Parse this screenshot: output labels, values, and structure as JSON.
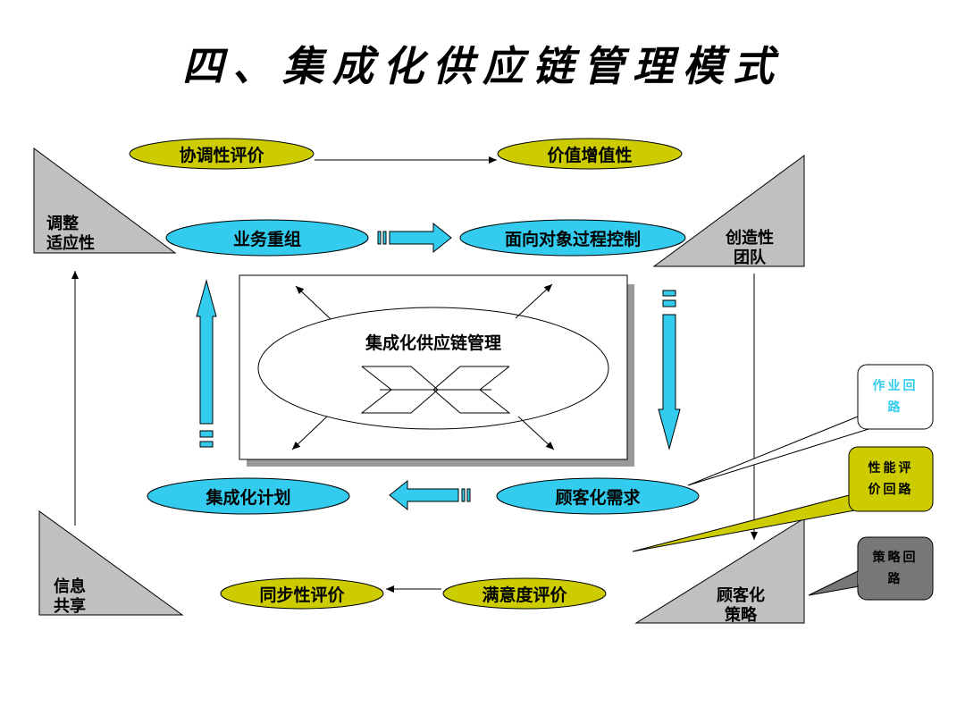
{
  "title": "四、集成化供应链管理模式",
  "center": {
    "label": "集成化供应链管理"
  },
  "nodes": {
    "coordination_eval": "协调性评价",
    "value_added": "价值增值性",
    "business_reorg": "业务重组",
    "object_process_control": "面向对象过程控制",
    "integrated_plan": "集成化计划",
    "customized_demand": "顾客化需求",
    "sync_eval": "同步性评价",
    "satisfaction_eval": "满意度评价"
  },
  "corners": {
    "adjust_line1": "调整",
    "adjust_line2": "适应性",
    "creative_line1": "创造性",
    "creative_line2": "团队",
    "info_line1": "信息",
    "info_line2": "共享",
    "strategy_line1": "顾客化",
    "strategy_line2": "策略"
  },
  "callouts": {
    "operation_loop_line1": "作业回",
    "operation_loop_line2": "路",
    "performance_loop_line1": "性能评",
    "performance_loop_line2": "价回路",
    "strategy_loop_line1": "策略回",
    "strategy_loop_line2": "路"
  },
  "colors": {
    "olive": "#cccc00",
    "cyan": "#33ccee",
    "gray_triangle": "#c0c0c0",
    "callout_cyan_text": "#33ccee",
    "callout_olive": "#cccc00",
    "callout_gray": "#777777"
  }
}
